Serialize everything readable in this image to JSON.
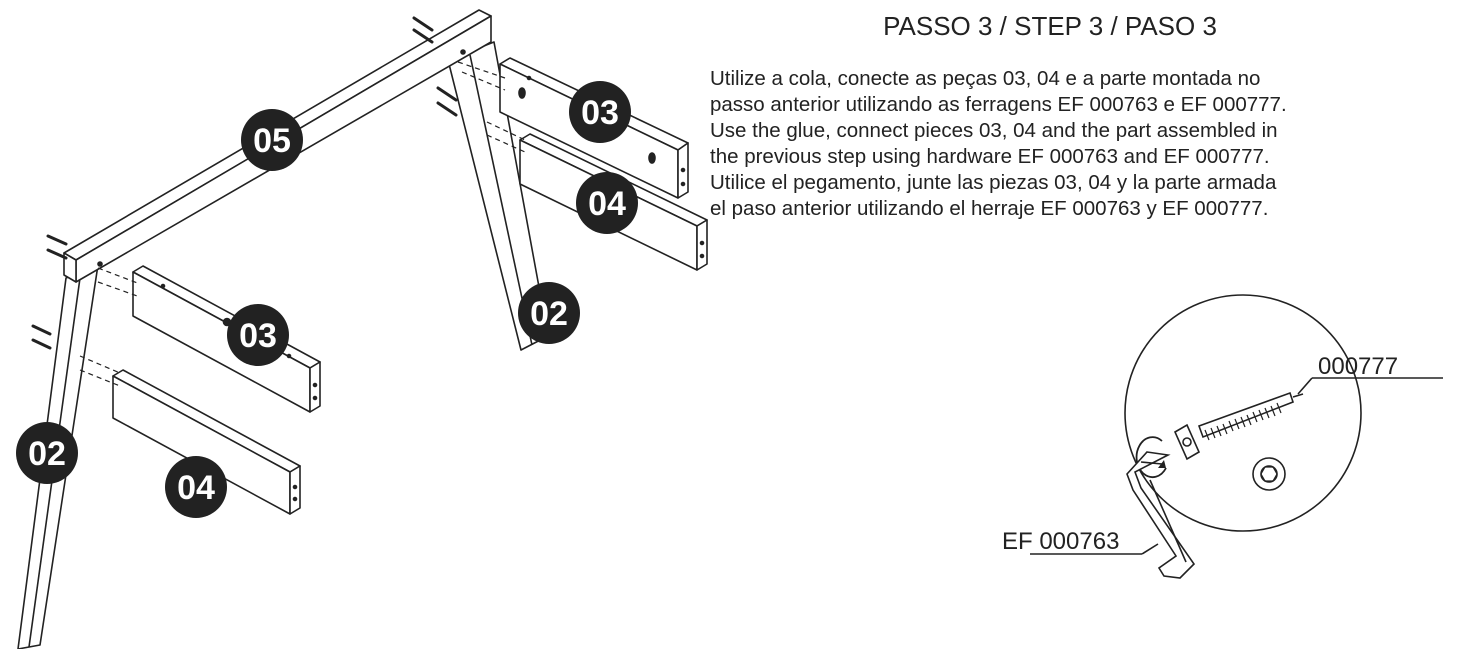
{
  "title": "PASSO 3 / STEP 3 / PASO 3",
  "instructions": [
    "Utilize a cola, conecte as peças 03, 04 e a parte montada no",
    "passo anterior utilizando as ferragens EF 000763 e EF 000777.",
    "Use the glue, connect pieces 03, 04 and the part assembled in",
    "the previous step using hardware EF 000763 and EF 000777.",
    "Utilice el pegamento, junte las piezas 03, 04 y la parte armada",
    "el paso anterior utilizando el herraje EF 000763 y EF 000777."
  ],
  "part_labels": {
    "top_beam": "05",
    "left_leg": "02",
    "right_leg": "02",
    "left_upper_rail": "03",
    "left_lower_rail": "04",
    "right_upper_rail": "03",
    "right_lower_rail": "04"
  },
  "hardware_labels": {
    "screw": "000777",
    "allen_key": "EF 000763"
  },
  "colors": {
    "line": "#222222",
    "badge": "#222222",
    "badge_text": "#ffffff",
    "background": "#ffffff"
  }
}
